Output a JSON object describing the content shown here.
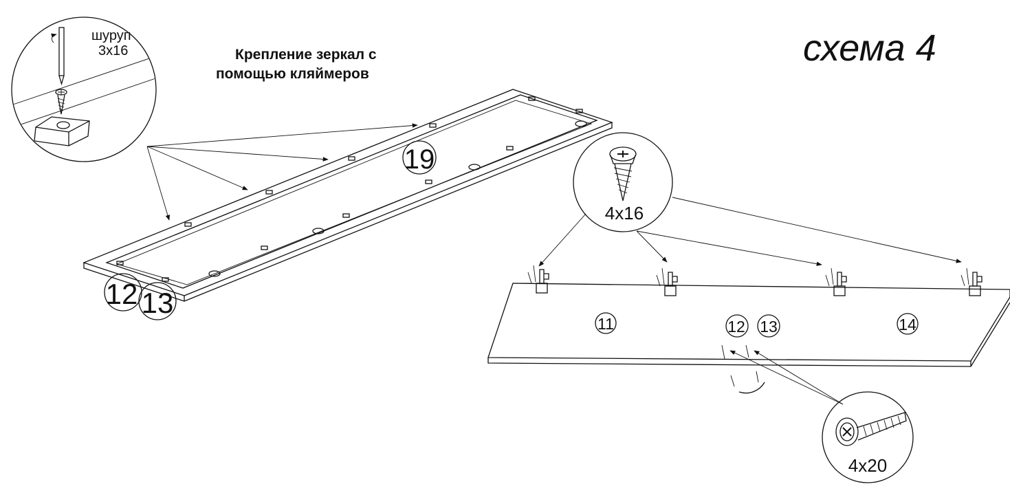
{
  "title": "схема 4",
  "heading": {
    "line1": "Крепление зеркал с",
    "line2": "помощью кляймеров"
  },
  "detail_screw_label": {
    "line1": "шуруп",
    "line2": "3x16"
  },
  "screw_labels": {
    "top": "4x16",
    "bottom": "4x20"
  },
  "part_numbers": {
    "mirror": "19",
    "left_a": "12",
    "left_b": "13",
    "panel_left": "11",
    "panel_mid_a": "12",
    "panel_mid_b": "13",
    "panel_right": "14"
  }
}
